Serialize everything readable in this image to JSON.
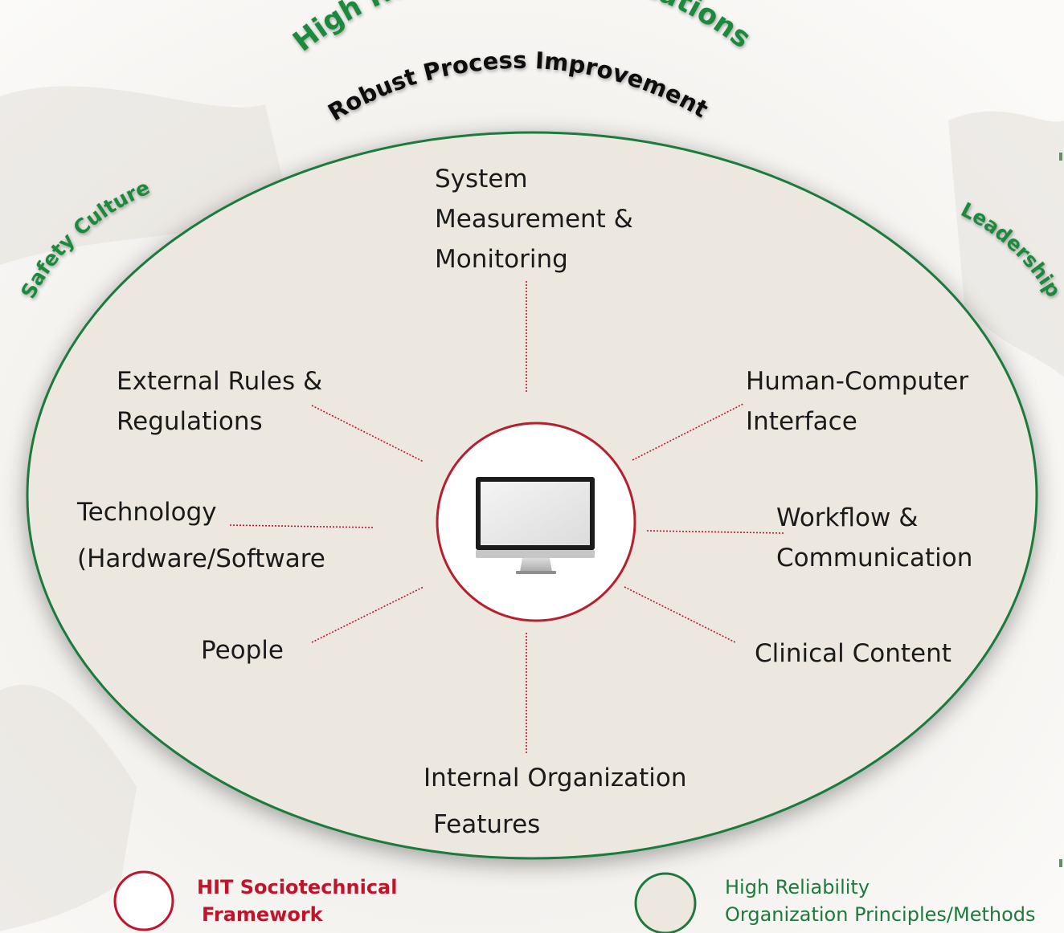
{
  "arc_labels": {
    "top": "High Reliability Organizations",
    "second": "Robust Process Improvement",
    "left": "Safety Culture",
    "right": "Leadership"
  },
  "components": {
    "system_measurement": [
      "System",
      "Measurement &",
      "Monitoring"
    ],
    "external_rules": [
      "External Rules &",
      "Regulations"
    ],
    "technology": [
      "Technology",
      "(Hardware/Software"
    ],
    "people": [
      "People"
    ],
    "internal_org": [
      "Internal Organization",
      "Features"
    ],
    "hci": [
      "Human-Computer",
      "Interface"
    ],
    "workflow": [
      "Workflow &",
      "Communication"
    ],
    "clinical_content": [
      "Clinical Content"
    ]
  },
  "center_icon": "computer-monitor-icon",
  "legend": {
    "hit": [
      "HIT Sociotechnical",
      "Framework"
    ],
    "hro": [
      "High Reliability",
      "Organization Principles/Methods"
    ]
  },
  "colors": {
    "ellipse_fill": "#ede8df",
    "ellipse_stroke": "#1e7a3c",
    "arc_green": "#1e8a3c",
    "center_red": "#b81f2d",
    "legend_red": "#c0142a",
    "legend_green": "#1e7a3c",
    "connector": "#c0142a",
    "text": "#1a1a1a"
  }
}
